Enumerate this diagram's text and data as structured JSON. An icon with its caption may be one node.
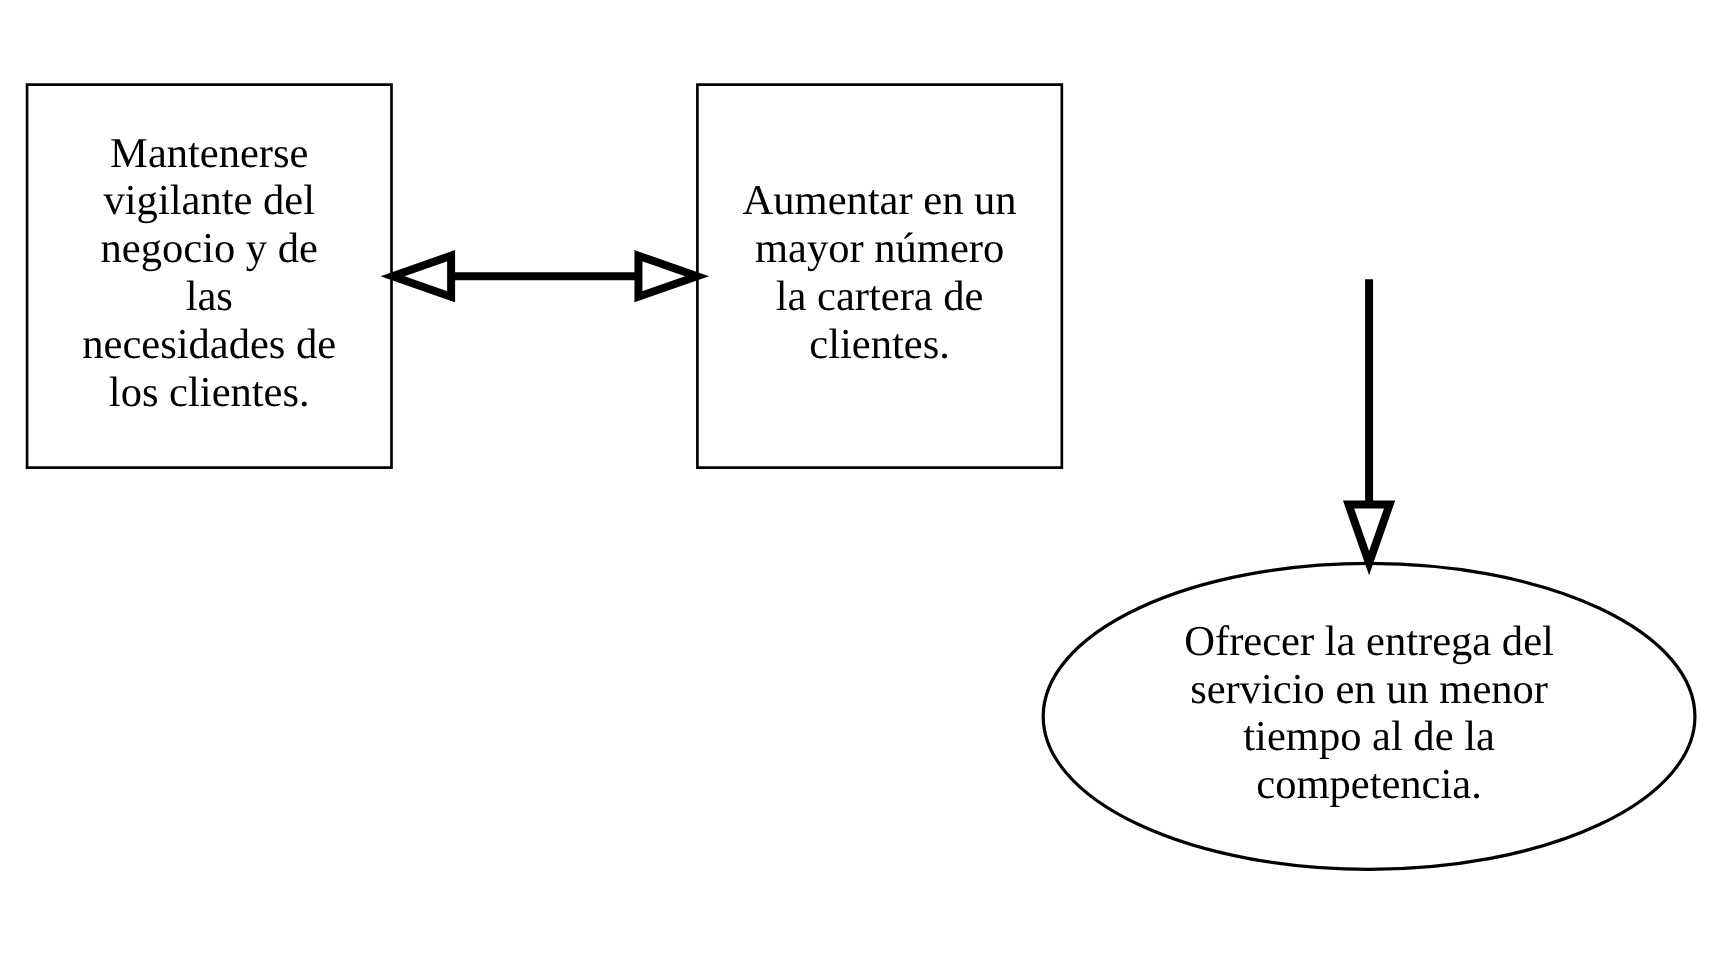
{
  "diagram": {
    "nodes": [
      {
        "text": [
          "Mantenerse vigilante del negocio y de las necesidades de los clientes."
        ]
      },
      {
        "text": [
          "Aumentar en un mayor número la cartera de clientes."
        ]
      },
      {
        "text": [
          "Ofrecer la entrega del servicio en un menor tiempo al de la competencia."
        ]
      }
    ],
    "edges": [
      {
        "from": 0,
        "to": 1,
        "arrow": "both"
      },
      {
        "from": null,
        "to": 2,
        "arrow": "to"
      }
    ]
  }
}
